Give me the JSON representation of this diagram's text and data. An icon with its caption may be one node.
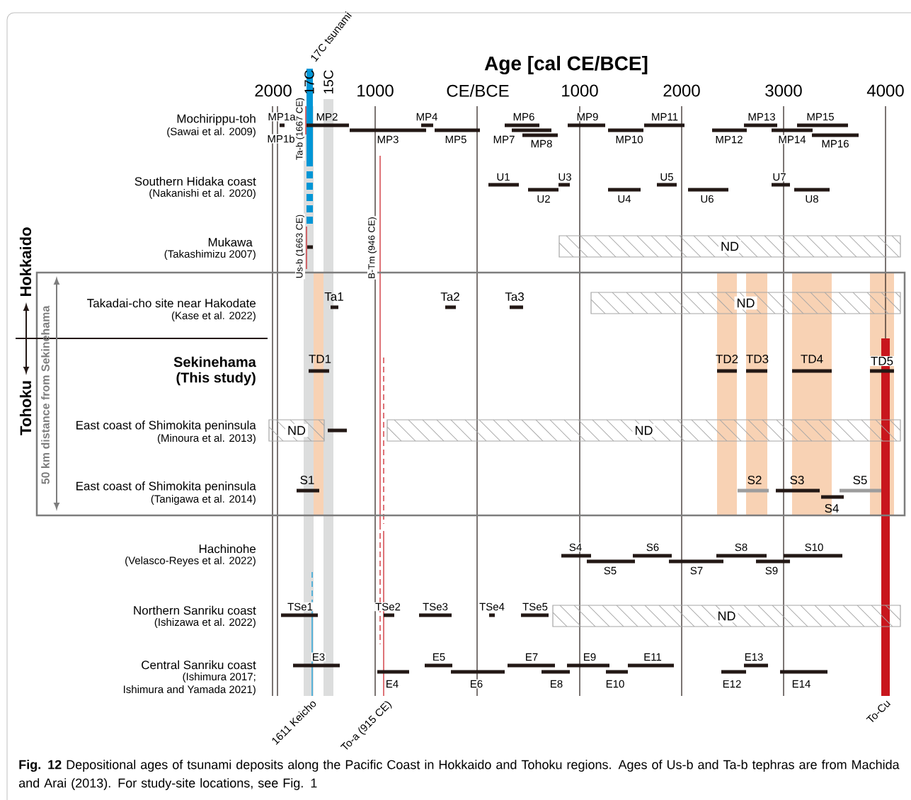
{
  "diagram": {
    "caption": "**Fig. 12** Depositional ages of tsunami deposits along the Pacific Coast in Hokkaido and Tohoku regions. Ages of Us-b and Ta-b tephras are from Machida and Arai (2013). For study-site locations, see Fig. 1",
    "nodes": [
      {
        "text": [
          "ND"
        ]
      },
      {
        "text": [
          "ND"
        ]
      },
      {
        "text": [
          "ND"
        ]
      },
      {
        "text": [
          "ND"
        ]
      },
      {
        "text": [
          "ND"
        ]
      }
    ],
    "labels": [
      "17C tsunami",
      "Age [cal CE/BCE]",
      "2000",
      "17C",
      "15C",
      "1000",
      "CE/BCE",
      "1000",
      "2000",
      "3000",
      "4000",
      "Ta-b (1667 CE)",
      "Mochirippu-toh",
      "(Sawai et al. 2009)",
      "MP1a",
      "MP1b",
      "MP2",
      "MP3",
      "MP4",
      "MP5",
      "MP6",
      "MP7",
      "MP8",
      "MP9",
      "MP10",
      "MP11",
      "MP12",
      "MP13",
      "MP14",
      "MP15",
      "MP16",
      "Southern Hidaka coast",
      "(Nakanishi et al. 2020)",
      "U1",
      "U2",
      "U3",
      "U4",
      "U5",
      "U6",
      "U7",
      "U8",
      "Us-b (1663 CE)",
      "B-Tm (946 CE)",
      "Mukawa",
      "(Takashimizu 2007)",
      "Hokkaido",
      "Tohoku",
      "50 km distance from Sekinehama",
      "Takadai-cho site near Hakodate",
      "(Kase et al. 2022)",
      "Ta1",
      "Ta2",
      "Ta3",
      "Sekinehama",
      "(This study)",
      "TD1",
      "TD2",
      "TD3",
      "TD4",
      "TD5",
      "East coast of Shimokita peninsula",
      "(Minoura et al. 2013)",
      "East coast of Shimokita peninsula",
      "(Tanigawa et al. 2014)",
      "S1",
      "S2",
      "S3",
      "S4",
      "S5",
      "Hachinohe",
      "(Velasco-Reyes et al. 2022)",
      "S4",
      "S5",
      "S6",
      "S7",
      "S8",
      "S9",
      "S10",
      "Northern Sanriku coast",
      "(Ishizawa et al. 2022)",
      "TSe1",
      "TSe2",
      "TSe3",
      "TSe4",
      "TSe5",
      "Central Sanriku coast",
      "(Ishimura 2017;",
      "Ishimura and Yamada 2021)",
      "E3",
      "E4",
      "E5",
      "E6",
      "E7",
      "E8",
      "E9",
      "E10",
      "E11",
      "E12",
      "E13",
      "E14",
      "1611 Keicho",
      "To-a (915 CE)",
      "To-Cu"
    ]
  }
}
